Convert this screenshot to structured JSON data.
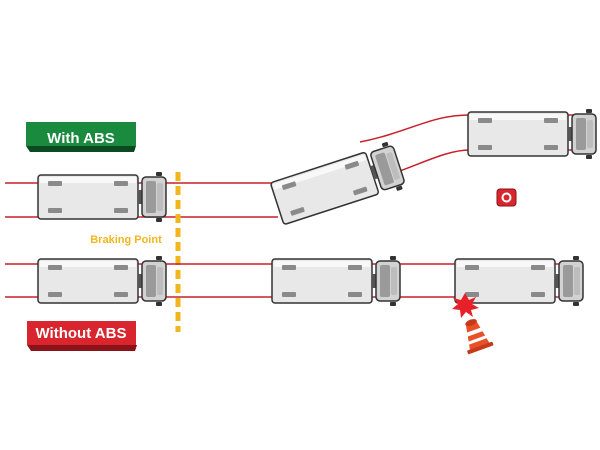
{
  "labels": {
    "with_abs": "With ABS",
    "without_abs": "Without ABS",
    "braking_point": "Braking Point"
  },
  "colors": {
    "with_abs_badge": "#1a8a3e",
    "without_abs_badge": "#d9262e",
    "track_line": "#c8202a",
    "braking_line": "#f2b61d",
    "truck_body": "#e6e6e6",
    "truck_outline": "#3a3a3a",
    "cab": "#cfcfcf",
    "cone": "#e8502a",
    "impact": "#e8202a"
  },
  "icons": {
    "warning": "cone-warning-icon",
    "impact": "impact-burst-icon",
    "cone": "traffic-cone-icon"
  }
}
